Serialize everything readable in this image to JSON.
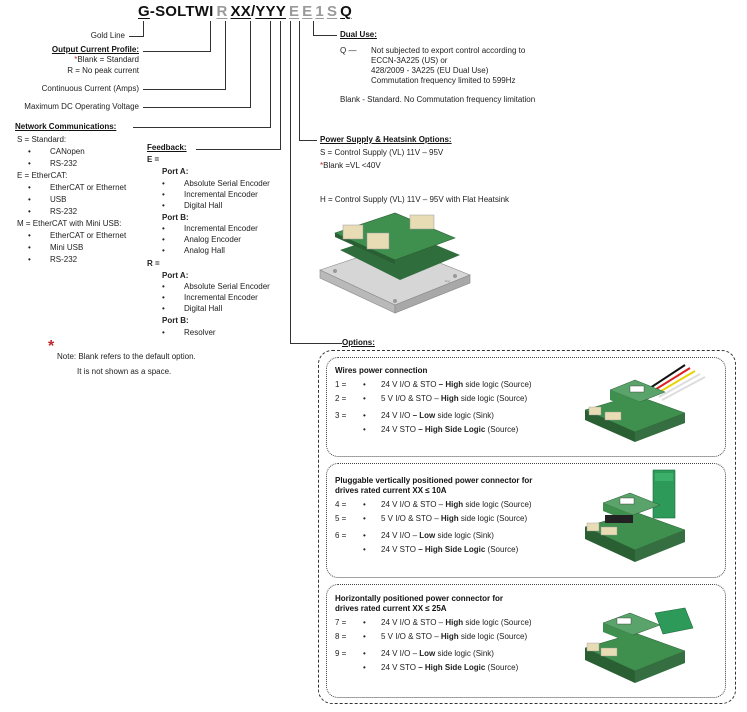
{
  "part_number": {
    "segments": [
      {
        "text": "G",
        "style": "black"
      },
      {
        "text": "-SOLTWI",
        "style": "plain"
      },
      {
        "text": "R",
        "style": "grey"
      },
      {
        "text": "XX",
        "style": "black"
      },
      {
        "text": "/",
        "style": "plain"
      },
      {
        "text": "YYY",
        "style": "black"
      },
      {
        "text": "E",
        "style": "grey"
      },
      {
        "text": "E",
        "style": "grey"
      },
      {
        "text": "1",
        "style": "grey"
      },
      {
        "text": "S",
        "style": "grey"
      },
      {
        "text": "Q",
        "style": "black"
      }
    ]
  },
  "left_labels": {
    "gold_line": "Gold Line",
    "output_current_profile": {
      "header": "Output Current Profile:",
      "star": "*",
      "blank": "Blank = Standard",
      "r": "R = No peak current"
    },
    "continuous_current": "Continuous Current (Amps)",
    "max_voltage": "Maximum  DC Operating Voltage"
  },
  "network": {
    "header": "Network Communications:",
    "groups": [
      {
        "label": "S = Standard:",
        "items": [
          "CANopen",
          "RS-232"
        ]
      },
      {
        "label": "E = EtherCAT:",
        "items": [
          "EtherCAT or Ethernet",
          "USB",
          "RS-232"
        ]
      },
      {
        "label": "M = EtherCAT with Mini USB:",
        "items": [
          "EtherCAT or Ethernet",
          "Mini USB",
          "RS-232"
        ]
      }
    ]
  },
  "feedback": {
    "header": "Feedback:",
    "e_label": "E =",
    "e_port_a": "Port A:",
    "e_port_a_items": [
      "Absolute Serial Encoder",
      "Incremental Encoder",
      "Digital Hall"
    ],
    "e_port_b": "Port B:",
    "e_port_b_items": [
      "Incremental Encoder",
      "Analog Encoder",
      "Analog Hall"
    ],
    "r_label": "R =",
    "r_port_a": "Port A:",
    "r_port_a_items": [
      "Absolute Serial Encoder",
      "Incremental Encoder",
      "Digital Hall"
    ],
    "r_port_b": "Port B:",
    "r_port_b_items": [
      "Resolver"
    ]
  },
  "note": {
    "star": "*",
    "line1": "Note: Blank refers to the default option.",
    "line2": "It is not shown as a space."
  },
  "dual_use": {
    "header": "Dual Use:",
    "q_label": "Q  —",
    "q_lines": [
      "Not subjected to export control according to",
      "ECCN-3A225 (US) or",
      "428/2009 - 3A225 (EU Dual Use)",
      "Commutation frequency limited to 599Hz"
    ],
    "blank": "Blank -  Standard. No Commutation frequency limitation"
  },
  "power_supply": {
    "header": "Power Supply & Heatsink Options:",
    "s": "S  =   Control Supply (VL) 11V – 95V",
    "blank_star": "*",
    "blank": "Blank  =VL <40V",
    "h": "H  =   Control Supply (VL) 11V – 95V with Flat Heatsink"
  },
  "options": {
    "header": "Options:",
    "groups": [
      {
        "title_lines": [
          "Wires power connection"
        ],
        "rows": [
          {
            "num": "1  =",
            "parts": [
              {
                "t": "24 V I/O & STO ",
                "b": false
              },
              {
                "t": "– High",
                "b": true
              },
              {
                "t": " side logic (Source)",
                "b": false
              }
            ]
          },
          {
            "num": "2  =",
            "parts": [
              {
                "t": "5 V I/O & STO – ",
                "b": false
              },
              {
                "t": "High",
                "b": true
              },
              {
                "t": " side logic (Source)",
                "b": false
              }
            ]
          },
          {
            "num": "3  =",
            "parts": [
              {
                "t": "24 V I/O ",
                "b": false
              },
              {
                "t": "– Low",
                "b": true
              },
              {
                "t": " side logic (Sink)",
                "b": false
              }
            ]
          },
          {
            "num": "",
            "parts": [
              {
                "t": "24 V STO ",
                "b": false
              },
              {
                "t": "– High Side Logic",
                "b": true
              },
              {
                "t": " (Source)",
                "b": false
              }
            ]
          }
        ]
      },
      {
        "title_lines": [
          "Pluggable vertically positioned power connector for",
          "drives rated current XX ≤ 10A"
        ],
        "rows": [
          {
            "num": "4  =",
            "parts": [
              {
                "t": "24 V I/O & STO – ",
                "b": false
              },
              {
                "t": "High",
                "b": true
              },
              {
                "t": " side logic (Source)",
                "b": false
              }
            ]
          },
          {
            "num": "5  =",
            "parts": [
              {
                "t": "5 V I/O & STO – ",
                "b": false
              },
              {
                "t": "High",
                "b": true
              },
              {
                "t": " side logic (Source)",
                "b": false
              }
            ]
          },
          {
            "num": "6  =",
            "parts": [
              {
                "t": "24 V I/O – ",
                "b": false
              },
              {
                "t": "Low",
                "b": true
              },
              {
                "t": " side logic (Sink)",
                "b": false
              }
            ]
          },
          {
            "num": "",
            "parts": [
              {
                "t": "24 V STO ",
                "b": false
              },
              {
                "t": "– High Side Logic",
                "b": true
              },
              {
                "t": " (Source)",
                "b": false
              }
            ]
          }
        ]
      },
      {
        "title_lines": [
          "Horizontally positioned power connector for",
          "drives rated current XX ≤ 25A"
        ],
        "rows": [
          {
            "num": "7  =",
            "parts": [
              {
                "t": "24 V I/O & STO – ",
                "b": false
              },
              {
                "t": "High",
                "b": true
              },
              {
                "t": " side logic (Source)",
                "b": false
              }
            ]
          },
          {
            "num": "8  =",
            "parts": [
              {
                "t": "5 V I/O & STO – ",
                "b": false
              },
              {
                "t": "High",
                "b": true
              },
              {
                "t": " side logic (Source)",
                "b": false
              }
            ]
          },
          {
            "num": "9  =",
            "parts": [
              {
                "t": "24 V I/O – ",
                "b": false
              },
              {
                "t": "Low",
                "b": true
              },
              {
                "t": " side logic (Sink)",
                "b": false
              }
            ]
          },
          {
            "num": "",
            "parts": [
              {
                "t": "24 V STO ",
                "b": false
              },
              {
                "t": "– High Side Logic",
                "b": true
              },
              {
                "t": " (Source)",
                "b": false
              }
            ]
          }
        ]
      }
    ]
  },
  "images": {
    "heatsink": "drive-with-flat-heatsink",
    "wires": "drive-with-wire-power-connection",
    "vertical": "drive-with-vertical-power-connector",
    "horizontal": "drive-with-horizontal-power-connector"
  },
  "colors": {
    "pcb_green": "#3f8f4e",
    "connector_green": "#2e9a5a",
    "connector_beige": "#e8dcb5",
    "heatsink_grey": "#c8c8c8",
    "star_red": "#c0272d",
    "grey_code": "#9a9a9a"
  }
}
